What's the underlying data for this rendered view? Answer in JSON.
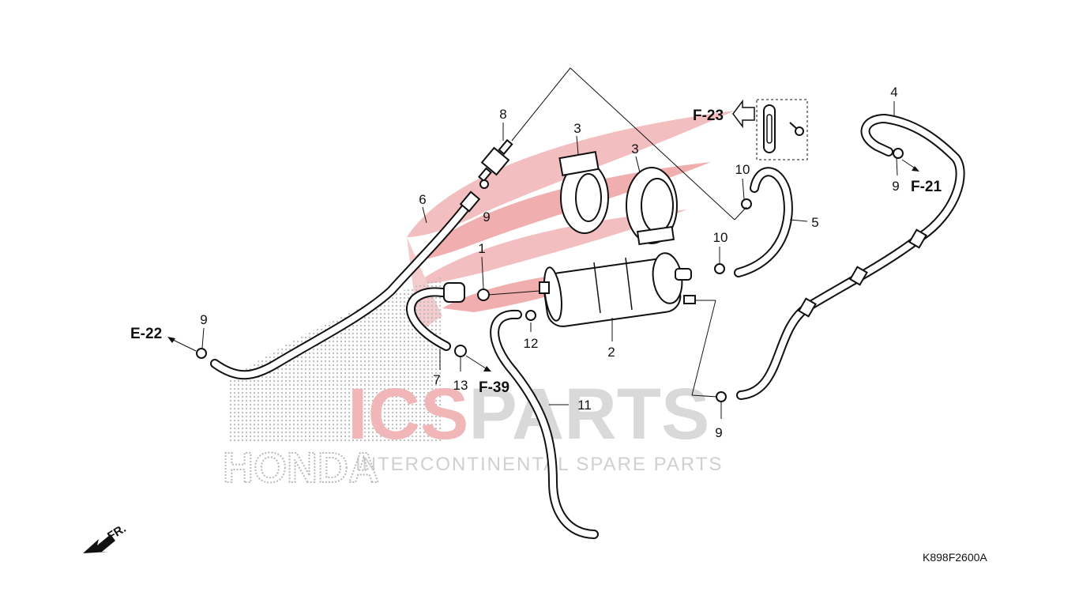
{
  "diagram": {
    "drawing_code": "K898F2600A",
    "direction_label": "FR.",
    "callouts": {
      "p1": "1",
      "p2": "2",
      "p3a": "3",
      "p3b": "3",
      "p4": "4",
      "p5": "5",
      "p6": "6",
      "p7": "7",
      "p8": "8",
      "p9a": "9",
      "p9b": "9",
      "p9c": "9",
      "p9d": "9",
      "p10a": "10",
      "p10b": "10",
      "p11": "11",
      "p12": "12",
      "p13": "13"
    },
    "references": {
      "e22": "E-22",
      "f23": "F-23",
      "f21": "F-21",
      "f39": "F-39"
    }
  },
  "watermark": {
    "brand_left": "ICS",
    "brand_right": "PARTS",
    "tagline": "INTERCONTINENTAL SPARE PARTS",
    "maker": "HONDA",
    "colors": {
      "accent": "#e8585b",
      "gray": "#d4d4d4",
      "dots": "#b9b9b9"
    }
  }
}
